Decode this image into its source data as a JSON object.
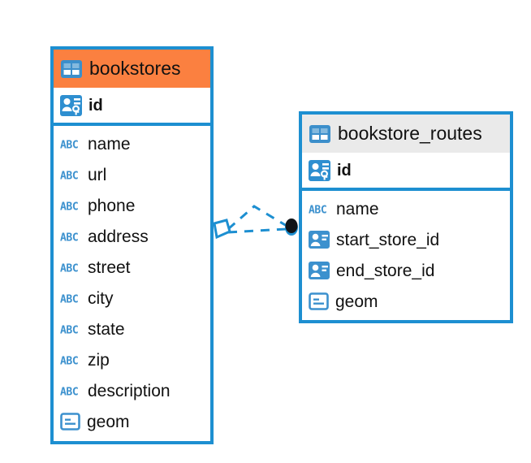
{
  "diagram": {
    "type": "entity-relationship-diagram",
    "background": "#ffffff",
    "entities": [
      {
        "id": "bookstores",
        "name": "bookstores",
        "header_color": "#FB8040",
        "border_color": "#1D8FD1",
        "primary_key": {
          "name": "id",
          "icon": "primary-key-icon"
        },
        "fields": [
          {
            "name": "name",
            "icon": "abc-text-icon"
          },
          {
            "name": "url",
            "icon": "abc-text-icon"
          },
          {
            "name": "phone",
            "icon": "abc-text-icon"
          },
          {
            "name": "address",
            "icon": "abc-text-icon"
          },
          {
            "name": "street",
            "icon": "abc-text-icon"
          },
          {
            "name": "city",
            "icon": "abc-text-icon"
          },
          {
            "name": "state",
            "icon": "abc-text-icon"
          },
          {
            "name": "zip",
            "icon": "abc-text-icon"
          },
          {
            "name": "description",
            "icon": "abc-text-icon"
          },
          {
            "name": "geom",
            "icon": "geometry-icon"
          }
        ]
      },
      {
        "id": "bookstore_routes",
        "name": "bookstore_routes",
        "header_color": "#EAEAEA",
        "border_color": "#1D8FD1",
        "primary_key": {
          "name": "id",
          "icon": "primary-key-icon"
        },
        "fields": [
          {
            "name": "name",
            "icon": "abc-text-icon"
          },
          {
            "name": "start_store_id",
            "icon": "foreign-key-icon"
          },
          {
            "name": "end_store_id",
            "icon": "foreign-key-icon"
          },
          {
            "name": "geom",
            "icon": "geometry-icon"
          }
        ]
      }
    ],
    "relationship": {
      "from_entity": "bookstores",
      "to_entity": "bookstore_routes",
      "line_style": "dashed",
      "line_color": "#1D8FD1",
      "source_marker": "diamond-outline",
      "target_marker": "filled-circle",
      "target_marker_color": "#101418",
      "branch_count": 2
    },
    "colors": {
      "accent_blue": "#1D8FD1",
      "header_orange": "#FB8040",
      "header_grey": "#EAEAEA",
      "icon_blue": "#3C91CE",
      "text": "#111111"
    }
  }
}
